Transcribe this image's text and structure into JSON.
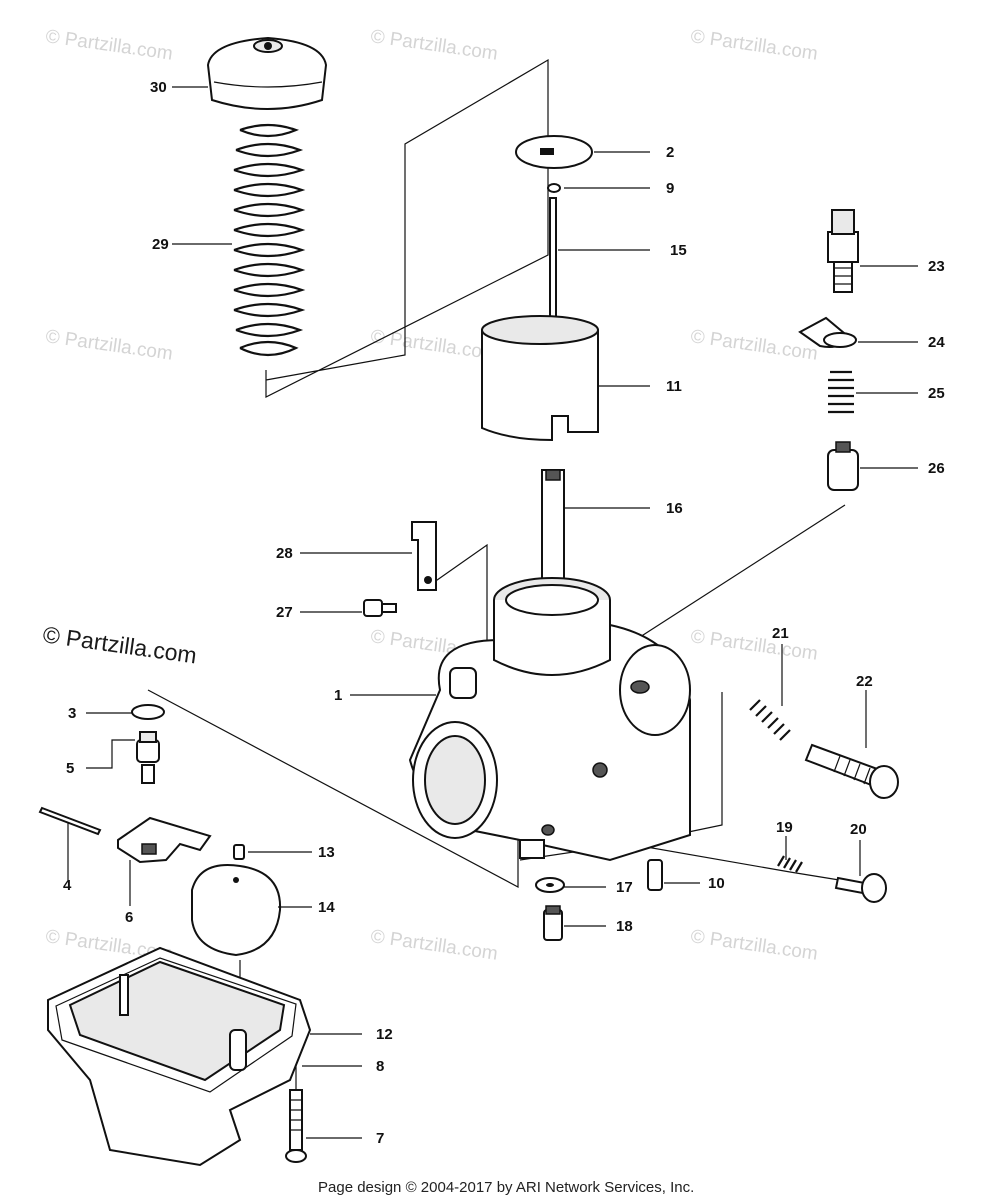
{
  "watermarks": {
    "text": "© Partzilla.com",
    "prominent": "© Partzilla.com"
  },
  "footer": "Page design © 2004-2017 by ARI Network Services, Inc.",
  "callouts": {
    "c1": "1",
    "c2": "2",
    "c3": "3",
    "c4": "4",
    "c5": "5",
    "c6": "6",
    "c7": "7",
    "c8": "8",
    "c9": "9",
    "c10": "10",
    "c11": "11",
    "c12": "12",
    "c13": "13",
    "c14": "14",
    "c15": "15",
    "c16": "16",
    "c17": "17",
    "c18": "18",
    "c19": "19",
    "c20": "20",
    "c21": "21",
    "c22": "22",
    "c23": "23",
    "c24": "24",
    "c25": "25",
    "c26": "26",
    "c27": "27",
    "c28": "28",
    "c29": "29",
    "c30": "30"
  }
}
